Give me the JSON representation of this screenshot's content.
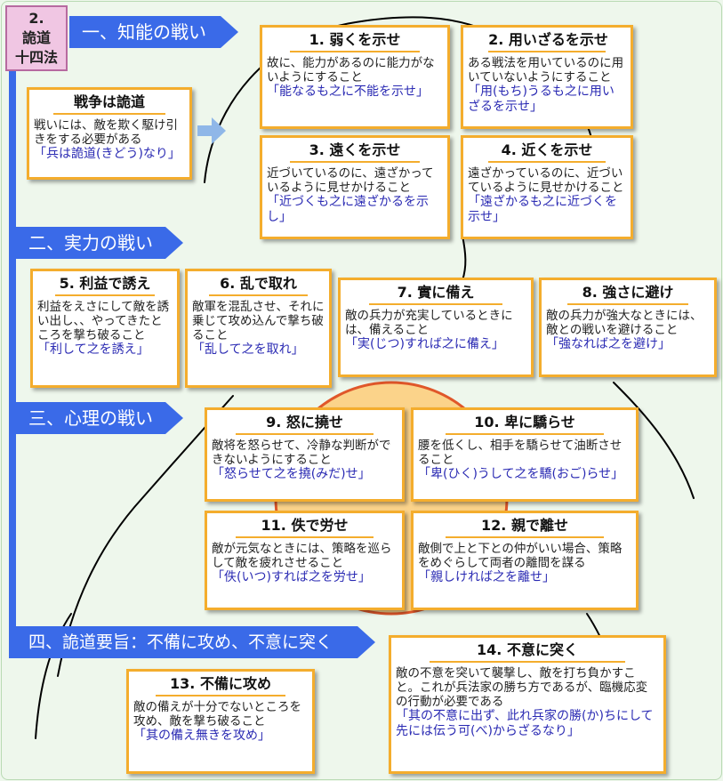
{
  "badge": {
    "line1": "2.",
    "line2": "詭道",
    "line3": "十四法"
  },
  "sections": [
    {
      "label": "一、知能の戦い"
    },
    {
      "label": "二、実力の戦い"
    },
    {
      "label": "三、心理の戦い"
    },
    {
      "label": "四、詭道要旨：不備に攻め、不意に突く"
    }
  ],
  "intro": {
    "title": "戦争は詭道",
    "desc": "戦いには、敵を欺く駆け引きをする必要がある",
    "quote": "「兵は詭道(きどう)なり」"
  },
  "items": [
    {
      "title": "1. 弱くを示せ",
      "desc": "故に、能力があるのに能力がないようにすること",
      "quote": "「能なるも之に不能を示せ」"
    },
    {
      "title": "2. 用いざるを示せ",
      "desc": "ある戦法を用いているのに用いていないようにすること",
      "quote": "「用(もち)うるも之に用いざるを示せ」"
    },
    {
      "title": "3. 遠くを示せ",
      "desc": "近づいているのに、遠ざかっているように見せかけること",
      "quote": "「近づくも之に遠ざかるを示し」"
    },
    {
      "title": "4. 近くを示せ",
      "desc": "遠ざかっているのに、近づいているように見せかけること",
      "quote": "「遠ざかるも之に近づくを示せ」"
    },
    {
      "title": "5. 利益で誘え",
      "desc": "利益をえさにして敵を誘い出し、、やってきたところを撃ち破ること",
      "quote": "「利して之を誘え」"
    },
    {
      "title": "6. 乱で取れ",
      "desc": "敵軍を混乱させ、それに乗じて攻め込んで撃ち破ること",
      "quote": "「乱して之を取れ」"
    },
    {
      "title": "7. 實に備え",
      "desc": "敵の兵力が充実しているときには、備えること",
      "quote": "「実(じつ)すれば之に備え」"
    },
    {
      "title": "8. 強さに避け",
      "desc": "敵の兵力が強大なときには、敵との戦いを避けること",
      "quote": "「強なれば之を避け」"
    },
    {
      "title": "9. 怒に撓せ",
      "desc": "敵将を怒らせて、冷静な判断ができないようにすること",
      "quote": "「怒らせて之を撓(みだ)せ」"
    },
    {
      "title": "10. 卑に驕らせ",
      "desc": "腰を低くし、相手を驕らせて油断させること",
      "quote": "「卑(ひく)うして之を驕(おご)らせ」"
    },
    {
      "title": "11. 佚で労せ",
      "desc": "敵が元気なときには、策略を巡らして敵を疲れさせること",
      "quote": "「佚(いつ)すれば之を労せ」"
    },
    {
      "title": "12. 親で離せ",
      "desc": "敵側で上と下との仲がいい場合、策略をめぐらして両者の離間を謀る",
      "quote": "「親しければ之を離せ」"
    },
    {
      "title": "13. 不備に攻め",
      "desc": "敵の備えが十分でないところを攻め、敵を撃ち破ること",
      "quote": "「其の備え無きを攻め」"
    },
    {
      "title": "14. 不意に突く",
      "desc": "敵の不意を突いて襲撃し、敵を打ち負かすこと。これが兵法家の勝ち方であるが、臨機応変の行動が必要である",
      "quote": "「其の不意に出ず、此れ兵家の勝(か)ちにして先には伝う可(べ)からざるなり」"
    }
  ],
  "colors": {
    "section_bar": "#3a6ae8",
    "box_border": "#f4ad2d",
    "quote_text": "#2a2ab3",
    "badge_fill": "#f0c6e3",
    "background": "#eef7ec"
  },
  "icons": {
    "intro_arrow": "right-arrow-icon"
  }
}
